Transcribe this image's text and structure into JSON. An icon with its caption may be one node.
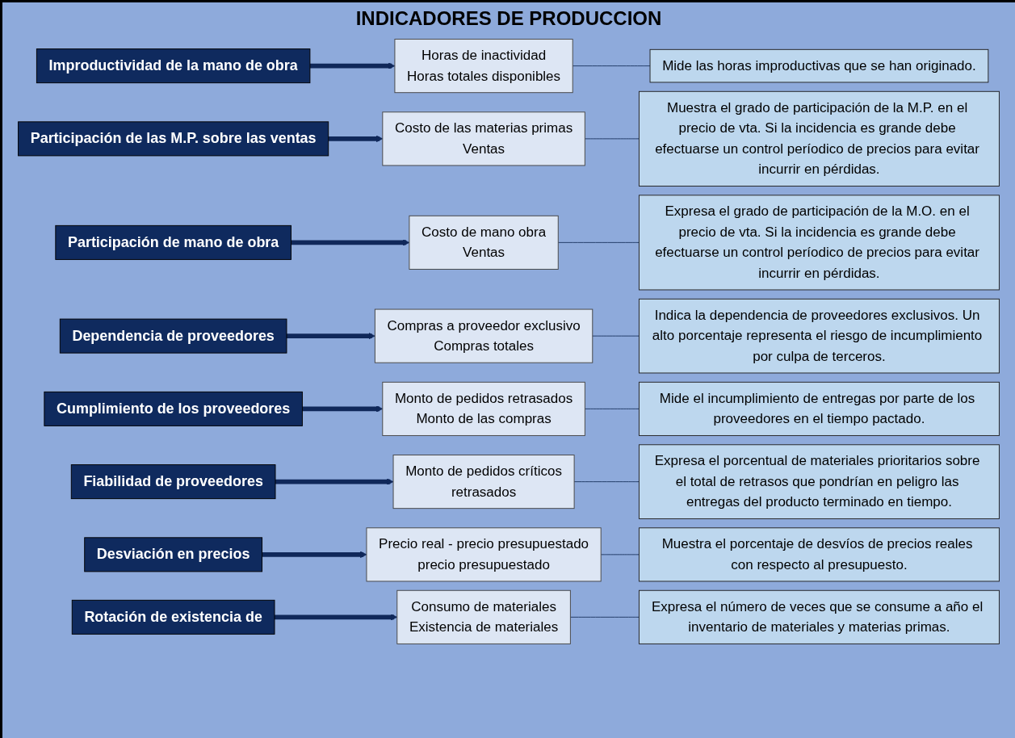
{
  "diagram": {
    "title": "INDICADORES DE PRODUCCION",
    "nodes": [
      {
        "text": [
          "Improductividad de la mano de obra"
        ]
      },
      {
        "text": [
          "Horas de inactividad",
          "Horas totales disponibles"
        ]
      },
      {
        "text": [
          "Mide las horas improductivas que se han originado."
        ]
      },
      {
        "text": [
          "Participación de las M.P. sobre las ventas"
        ]
      },
      {
        "text": [
          "Costo de las materias primas",
          "Ventas"
        ]
      },
      {
        "text": [
          "Muestra el grado de participación de la M.P. en el precio de vta. Si la incidencia es grande debe efectuarse un control períodico de precios para evitar incurrir en pérdidas."
        ]
      },
      {
        "text": [
          "Participación de mano de obra"
        ]
      },
      {
        "text": [
          "Costo de mano obra",
          "Ventas"
        ]
      },
      {
        "text": [
          "Expresa el grado de participación de la M.O. en el precio de vta. Si la incidencia es grande debe efectuarse un control períodico de precios para evitar incurrir en pérdidas."
        ]
      },
      {
        "text": [
          "Dependencia de proveedores"
        ]
      },
      {
        "text": [
          "Compras a proveedor exclusivo",
          "Compras totales"
        ]
      },
      {
        "text": [
          "Indica la dependencia de proveedores exclusivos. Un alto porcentaje representa el riesgo de incumplimiento por culpa de terceros."
        ]
      },
      {
        "text": [
          "Cumplimiento de los proveedores"
        ]
      },
      {
        "text": [
          "Monto de pedidos retrasados",
          "Monto de las compras"
        ]
      },
      {
        "text": [
          "Mide el incumplimiento de entregas por parte de los proveedores en el tiempo pactado."
        ]
      },
      {
        "text": [
          "Fiabilidad de proveedores"
        ]
      },
      {
        "text": [
          "Monto de pedidos críticos",
          "retrasados"
        ]
      },
      {
        "text": [
          "Expresa el porcentual de materiales prioritarios sobre el total de retrasos que pondrían en peligro las entregas del producto terminado en tiempo."
        ]
      },
      {
        "text": [
          "Desviación en precios"
        ]
      },
      {
        "text": [
          "Precio real - precio presupuestado",
          "precio presupuestado"
        ]
      },
      {
        "text": [
          "Muestra el porcentaje de desvíos de precios reales con respecto al presupuesto."
        ]
      },
      {
        "text": [
          "Rotación de existencia de"
        ]
      },
      {
        "text": [
          "Consumo de materiales",
          "Existencia de materiales"
        ]
      },
      {
        "text": [
          "Expresa el número de veces que se consume a año el inventario de materiales y materias primas."
        ]
      }
    ],
    "edges": [
      {
        "from": 0,
        "to": 1,
        "arrow": "to",
        "style": "thick",
        "color": "#10285a"
      },
      {
        "from": 1,
        "to": 2,
        "arrow": "none"
      },
      {
        "from": 3,
        "to": 4,
        "arrow": "to",
        "style": "thick",
        "color": "#10285a"
      },
      {
        "from": 4,
        "to": 5,
        "arrow": "none"
      },
      {
        "from": 6,
        "to": 7,
        "arrow": "to",
        "style": "thick",
        "color": "#10285a"
      },
      {
        "from": 7,
        "to": 8,
        "arrow": "none"
      },
      {
        "from": 9,
        "to": 10,
        "arrow": "to",
        "style": "thick",
        "color": "#10285a"
      },
      {
        "from": 10,
        "to": 11,
        "arrow": "none"
      },
      {
        "from": 12,
        "to": 13,
        "arrow": "to",
        "style": "thick",
        "color": "#10285a"
      },
      {
        "from": 13,
        "to": 14,
        "arrow": "none"
      },
      {
        "from": 15,
        "to": 16,
        "arrow": "to",
        "style": "thick",
        "color": "#10285a"
      },
      {
        "from": 16,
        "to": 17,
        "arrow": "none"
      },
      {
        "from": 18,
        "to": 19,
        "arrow": "to",
        "style": "thick",
        "color": "#10285a"
      },
      {
        "from": 19,
        "to": 20,
        "arrow": "none"
      },
      {
        "from": 21,
        "to": 22,
        "arrow": "to",
        "style": "thick",
        "color": "#10285a"
      },
      {
        "from": 22,
        "to": 23,
        "arrow": "none"
      }
    ]
  }
}
